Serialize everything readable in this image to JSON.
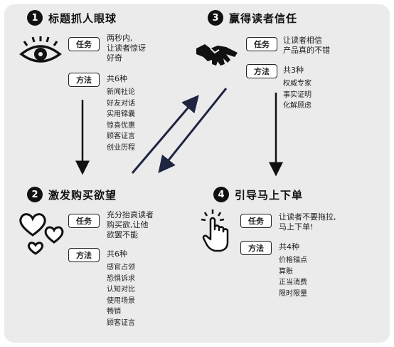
{
  "sections": [
    {
      "number": "1",
      "title": "标题抓人眼球",
      "icon": "eye-icon",
      "task_label": "任务",
      "task_text": [
        "两秒内,",
        "让读者惊讶",
        "好奇"
      ],
      "method_label": "方法",
      "method_count": "共6种",
      "methods": [
        "新闻社论",
        "好友对话",
        "实用锦囊",
        "惊喜优惠",
        "顾客证言",
        "创业历程"
      ]
    },
    {
      "number": "2",
      "title": "激发购买欲望",
      "icon": "hearts-icon",
      "task_label": "任务",
      "task_text": [
        "充分抬高读者",
        "购买欲,让他",
        "欲罢不能"
      ],
      "method_label": "方法",
      "method_count": "共6种",
      "methods": [
        "感官占领",
        "恐惧诉求",
        "认知对比",
        "使用场景",
        "畅销",
        "顾客证言"
      ]
    },
    {
      "number": "3",
      "title": "赢得读者信任",
      "icon": "handshake-icon",
      "task_label": "任务",
      "task_text": [
        "让读者相信",
        "产品真的不错"
      ],
      "method_label": "方法",
      "method_count": "共3种",
      "methods": [
        "权威专家",
        "事实证明",
        "化解顾虑"
      ]
    },
    {
      "number": "4",
      "title": "引导马上下单",
      "icon": "hand-pointer-icon",
      "task_label": "任务",
      "task_text": [
        "让读者不要拖拉,",
        "马上下单!"
      ],
      "method_label": "方法",
      "method_count": "共4种",
      "methods": [
        "价格锚点",
        "算账",
        "正当消费",
        "限时限量"
      ]
    }
  ]
}
